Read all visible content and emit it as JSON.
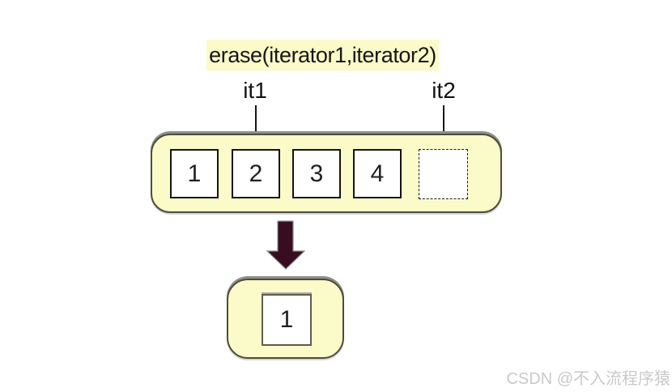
{
  "title": {
    "text": "erase(iterator1,iterator2)"
  },
  "iterators": {
    "it1": {
      "label": "it1"
    },
    "it2": {
      "label": "it2"
    }
  },
  "original_container": {
    "cells": [
      {
        "value": "1",
        "style": "solid"
      },
      {
        "value": "2",
        "style": "solid"
      },
      {
        "value": "3",
        "style": "solid"
      },
      {
        "value": "4",
        "style": "solid"
      },
      {
        "value": "",
        "style": "dashed"
      }
    ]
  },
  "result_container": {
    "cells": [
      {
        "value": "1"
      }
    ]
  },
  "watermark": {
    "text": "CSDN @不入流程序猿"
  },
  "colors": {
    "highlight_background": "#FBFBC9",
    "container_fill": "#FBFBC9",
    "container_border": "#4D4D3A",
    "container_top_shadow": "#8F8F8F",
    "cell_border": "#141414",
    "block_arrow": "#380D21",
    "watermark_text": "#C9C9C9"
  }
}
